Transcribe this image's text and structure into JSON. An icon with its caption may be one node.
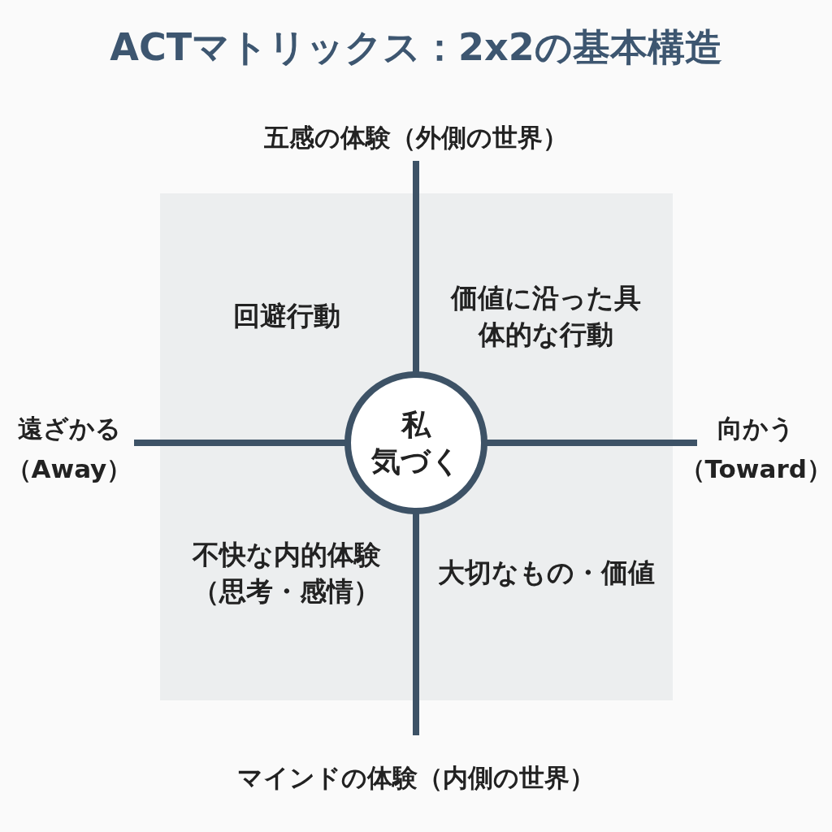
{
  "diagram": {
    "title": "ACTマトリックス：2x2の基本構造",
    "nodes": [
      {
        "text": [
          "回避行動"
        ]
      },
      {
        "text": [
          "価値に沿った具体的な行動"
        ]
      },
      {
        "text": [
          "不快な内的体験（思考・感情）"
        ]
      },
      {
        "text": [
          "大切なもの・価値"
        ]
      },
      {
        "text": [
          "私",
          "気づく"
        ]
      }
    ],
    "edges": [],
    "labels": [
      "五感の体験（外側の世界）",
      "遠ざかる",
      "（Away）",
      "向かう",
      "（Toward）",
      "マインドの体験（内側の世界）"
    ]
  }
}
